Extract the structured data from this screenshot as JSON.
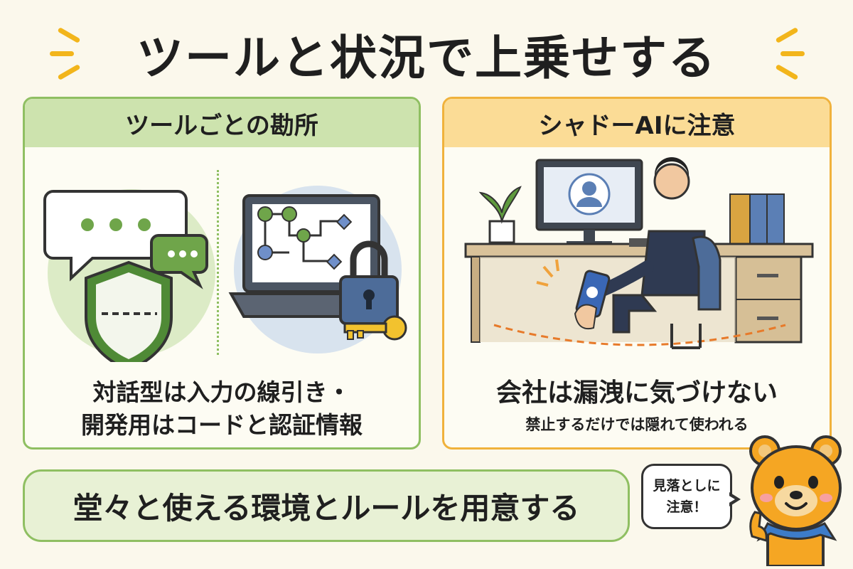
{
  "title": "ツールと状況で上乗せする",
  "left_panel": {
    "heading": "ツールごとの勘所",
    "caption_line1": "対話型は入力の線引き・",
    "caption_line2": "開発用はコードと認証情報"
  },
  "right_panel": {
    "heading": "シャドーAIに注意",
    "caption_main": "会社は漏洩に気づけない",
    "caption_sub": "禁止するだけでは隠れて使われる"
  },
  "bottom_banner": "堂々と使える環境とルールを用意する",
  "mascot_bubble": {
    "line1": "見落としに",
    "line2": "注意！"
  },
  "colors": {
    "background": "#fbf8ec",
    "green_border": "#8fbf62",
    "green_header": "#cde3ae",
    "orange_border": "#f0b23c",
    "orange_header": "#fbdc96",
    "accent_yellow": "#f2b51b",
    "mascot_orange": "#f5a623"
  },
  "icons": [
    "chat-bubbles-icon",
    "shield-icon",
    "laptop-icon",
    "padlock-icon",
    "key-icon",
    "monitor-icon",
    "user-avatar-icon",
    "plant-icon",
    "binders-icon",
    "smartphone-icon",
    "office-worker-icon",
    "bear-mascot-icon"
  ]
}
